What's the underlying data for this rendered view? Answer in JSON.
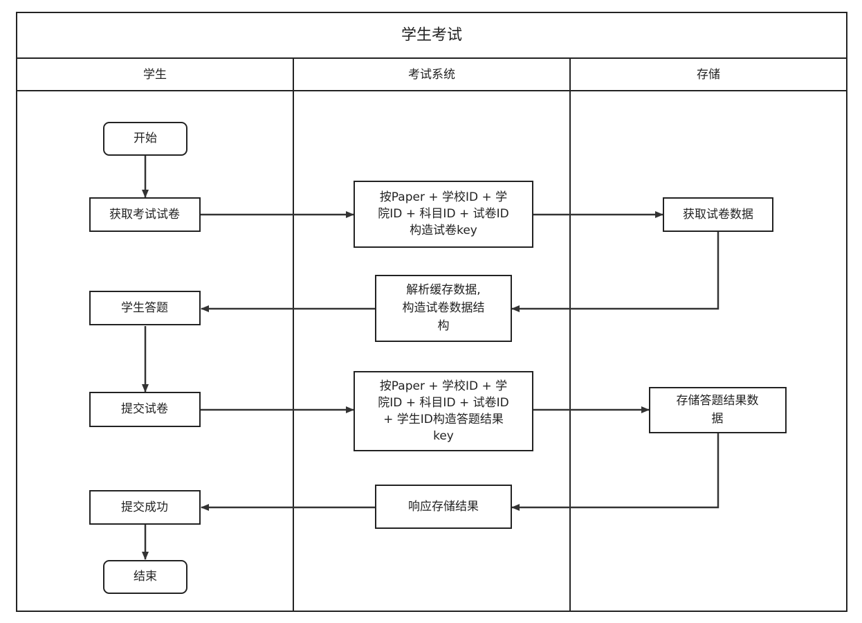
{
  "title": "学生考试",
  "lanes": [
    {
      "label": "学生"
    },
    {
      "label": "考试系统"
    },
    {
      "label": "存储"
    }
  ],
  "nodes": {
    "start": {
      "lines": [
        "开始"
      ]
    },
    "get_paper": {
      "lines": [
        "获取考试试卷"
      ]
    },
    "build_key": {
      "lines": [
        "按Paper + 学校ID + 学",
        "院ID + 科目ID + 试卷ID",
        "构造试卷key"
      ]
    },
    "fetch_data": {
      "lines": [
        "获取试卷数据"
      ]
    },
    "parse_cache": {
      "lines": [
        "解析缓存数据,",
        "构造试卷数据结",
        "构"
      ]
    },
    "answer": {
      "lines": [
        "学生答题"
      ]
    },
    "submit": {
      "lines": [
        "提交试卷"
      ]
    },
    "build_answer_key": {
      "lines": [
        "按Paper + 学校ID + 学",
        "院ID + 科目ID + 试卷ID",
        "+ 学生ID构造答题结果",
        "key"
      ]
    },
    "store_answer": {
      "lines": [
        "存储答题结果数",
        "据"
      ]
    },
    "respond": {
      "lines": [
        "响应存储结果"
      ]
    },
    "submit_ok": {
      "lines": [
        "提交成功"
      ]
    },
    "end": {
      "lines": [
        "结束"
      ]
    }
  },
  "colors": {
    "stroke": "#222222",
    "background": "#ffffff",
    "text": "#222222"
  }
}
